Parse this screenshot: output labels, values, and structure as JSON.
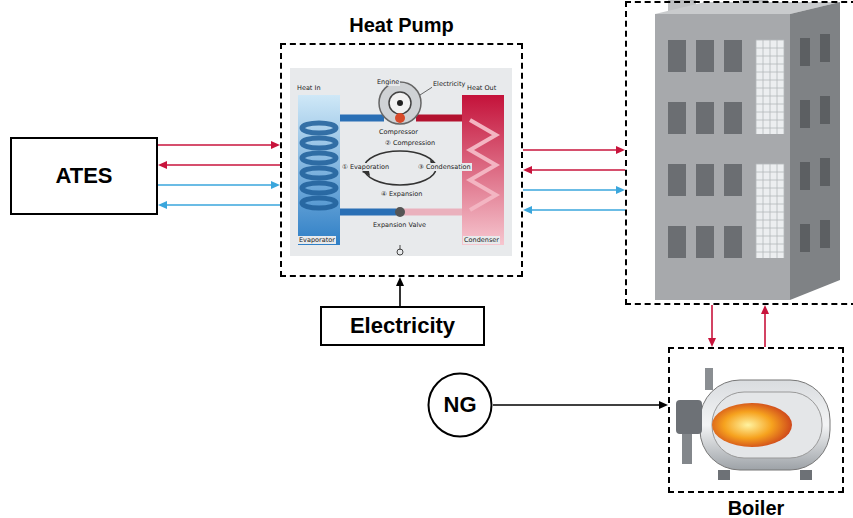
{
  "diagram": {
    "nodes": [
      {
        "text": [
          "ATES"
        ]
      },
      {
        "text": [
          "Heat Pump"
        ]
      },
      {
        "text": [
          "Electricity"
        ]
      },
      {
        "text": []
      },
      {
        "text": [
          "Boiler"
        ]
      },
      {
        "text": [
          "NG"
        ]
      }
    ],
    "edges": [
      {
        "from": 0,
        "to": 1,
        "arrow": "to"
      },
      {
        "from": 1,
        "to": 0,
        "arrow": "to"
      },
      {
        "from": 0,
        "to": 1,
        "arrow": "to"
      },
      {
        "from": 1,
        "to": 0,
        "arrow": "to"
      },
      {
        "from": 1,
        "to": 3,
        "arrow": "to"
      },
      {
        "from": 3,
        "to": 1,
        "arrow": "to"
      },
      {
        "from": 1,
        "to": 3,
        "arrow": "to"
      },
      {
        "from": 3,
        "to": 1,
        "arrow": "to"
      },
      {
        "from": 2,
        "to": 1,
        "arrow": "to"
      },
      {
        "from": 3,
        "to": 4,
        "arrow": "to"
      },
      {
        "from": 4,
        "to": 3,
        "arrow": "to"
      },
      {
        "from": 5,
        "to": 4,
        "arrow": "to"
      }
    ],
    "labels": [
      "Electricity",
      "Engine",
      "Compressor",
      "Heat In",
      "Heat Out",
      "② Compression",
      "① Evaporation",
      "③ Condensation",
      "④ Expansion",
      "Evaporator",
      "Condenser",
      "Expansion Valve"
    ]
  }
}
